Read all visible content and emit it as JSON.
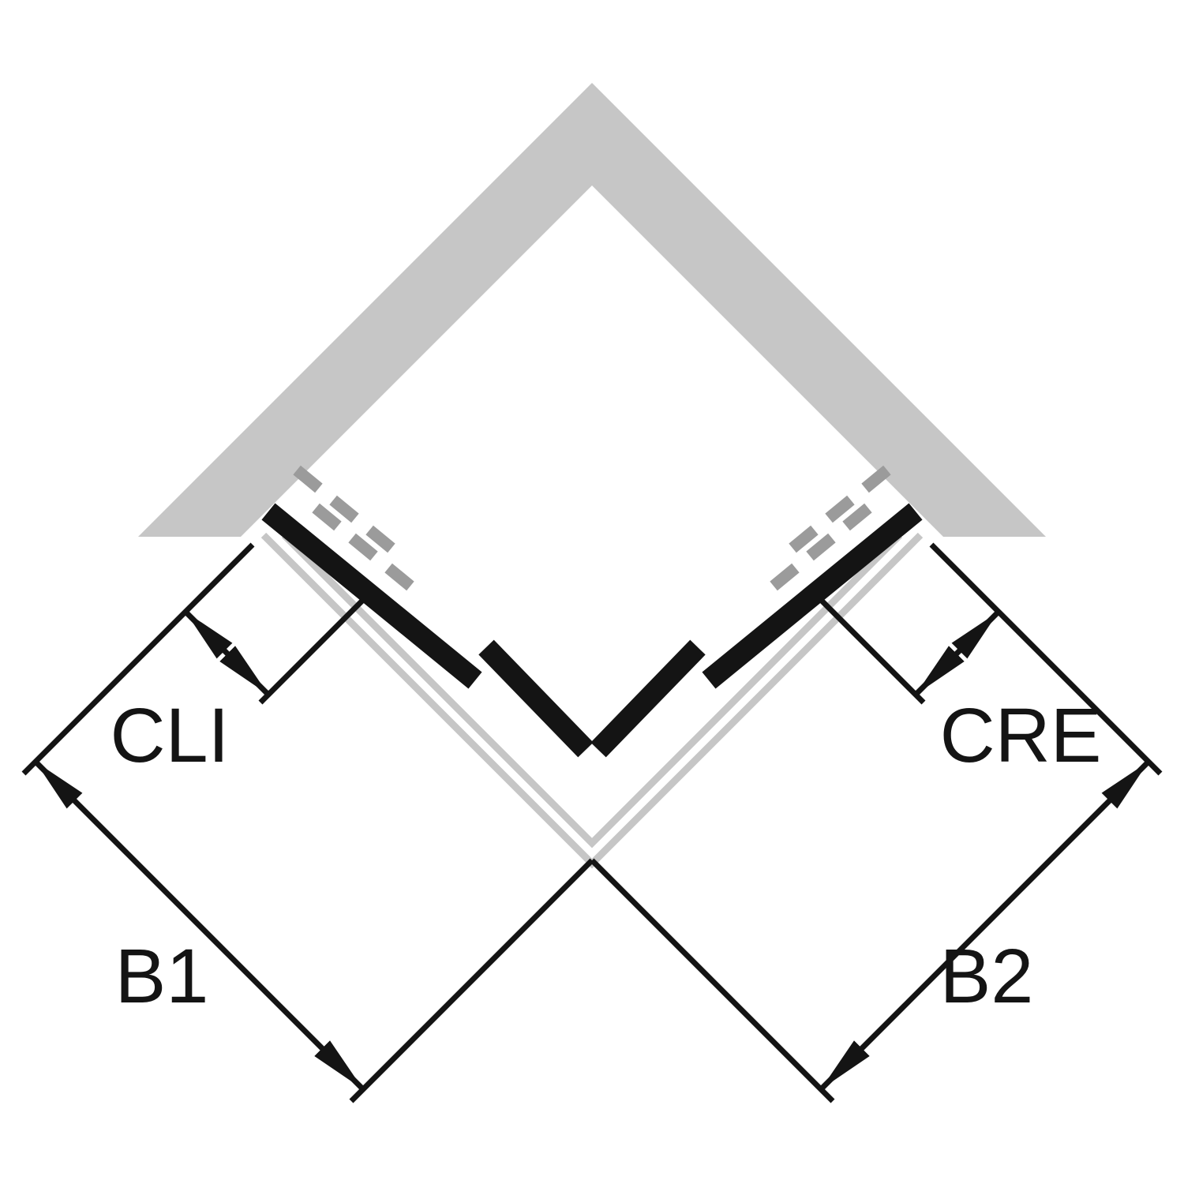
{
  "diagram": {
    "labels": {
      "cli": "CLI",
      "cre": "CRE",
      "b1": "B1",
      "b2": "B2"
    },
    "colors": {
      "wall_gray": "#c6c6c6",
      "dash_gray": "#9b9b9b",
      "line_black": "#141414",
      "background": "#ffffff"
    }
  }
}
